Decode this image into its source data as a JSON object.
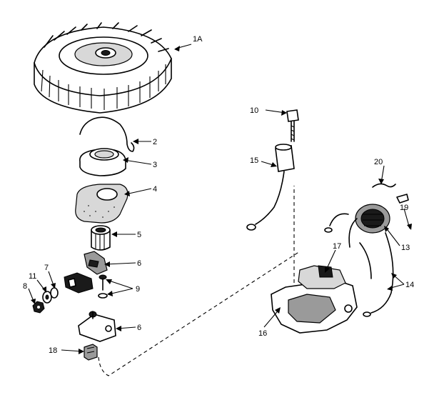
{
  "callouts": {
    "c1A": "1A",
    "c2": "2",
    "c3": "3",
    "c4": "4",
    "c5": "5",
    "c6a": "6",
    "c6b": "6",
    "c7": "7",
    "c8": "8",
    "c9": "9",
    "c10": "10",
    "c11": "11",
    "c13": "13",
    "c14": "14",
    "c15": "15",
    "c16": "16",
    "c17": "17",
    "c18": "18",
    "c19": "19",
    "c20": "20"
  }
}
